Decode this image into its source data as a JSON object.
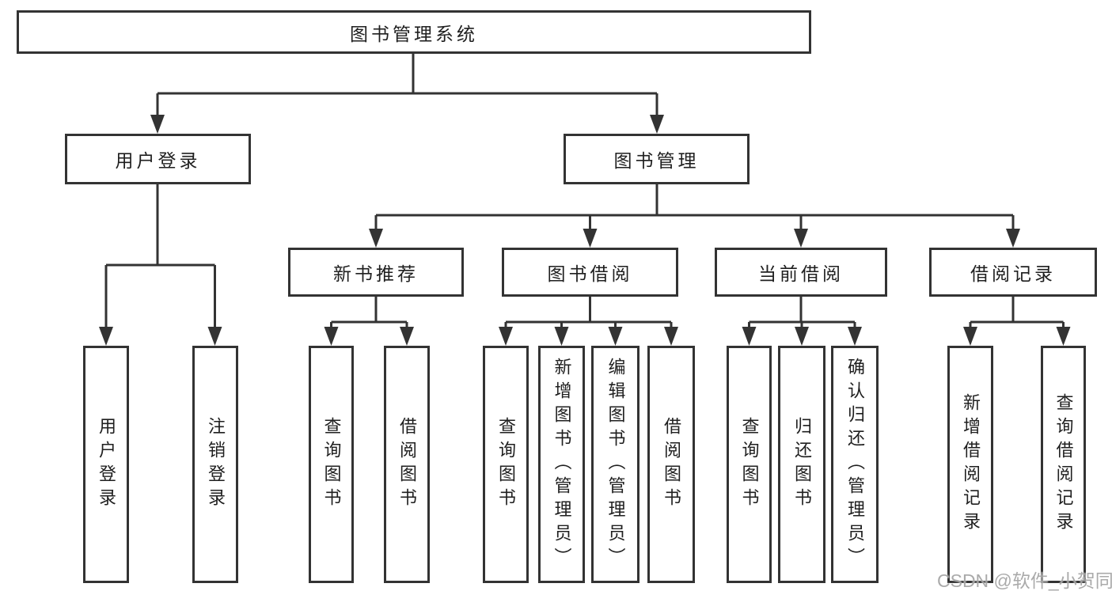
{
  "nodes": {
    "root": "图书管理系统",
    "branches": [
      "用户登录",
      "图书管理"
    ],
    "modules": [
      "新书推荐",
      "图书借阅",
      "当前借阅",
      "借阅记录"
    ],
    "leaves": [
      "用户登录",
      "注销登录",
      "查询图书",
      "借阅图书",
      "查询图书",
      "新增图书（管理员）",
      "编辑图书（管理员）",
      "借阅图书",
      "查询图书",
      "归还图书",
      "确认归还（管理员）",
      "新增借阅记录",
      "查询借阅记录"
    ]
  },
  "watermark": "CSDN @软件_小贺同学",
  "colors": {
    "line": "#333333",
    "box_border": "#333333",
    "text": "#1f1f1f",
    "background": "#ffffff",
    "watermark": "#9e9e9e"
  }
}
